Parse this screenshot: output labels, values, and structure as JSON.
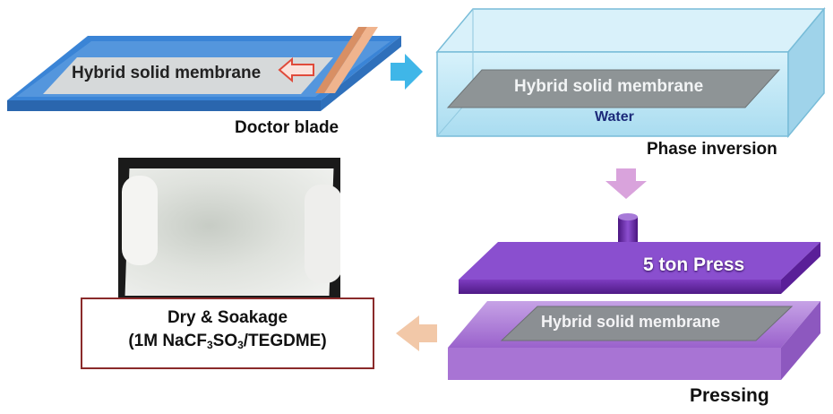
{
  "steps": {
    "casting": {
      "membrane_label": "Hybrid solid membrane",
      "step_label": "Doctor blade"
    },
    "phase_inversion": {
      "membrane_label": "Hybrid solid membrane",
      "medium_label": "Water",
      "step_label": "Phase inversion"
    },
    "pressing": {
      "press_label": "5 ton Press",
      "membrane_label": "Hybrid solid membrane",
      "step_label": "Pressing"
    },
    "dry_soak": {
      "title": "Dry & Soakage",
      "electrolyte_prefix": "(1M NaCF",
      "electrolyte_sub1": "3",
      "electrolyte_mid": "SO",
      "electrolyte_sub2": "3",
      "electrolyte_suffix": "/TEGDME)"
    }
  },
  "colors": {
    "glass_blue": "#3a84d6",
    "glass_top": "#7fb6ea",
    "blade": "#f0b48e",
    "arrow_blade": "#e04a3a",
    "arrow_cyan": "#3fb6e8",
    "water_tank": "#bfe7f6",
    "membrane_grey": "#8e9496",
    "press_purple": "#6a2aa8",
    "base_purple": "#a874d4",
    "arrow_pink": "#d9a3dc",
    "arrow_orange": "#f2c8a8",
    "frame_red": "#8a2a2a"
  },
  "icons": {
    "flow_right": "arrow-right-icon",
    "flow_down": "arrow-down-icon",
    "flow_left": "arrow-left-icon",
    "blade_direction": "arrow-left-icon"
  }
}
